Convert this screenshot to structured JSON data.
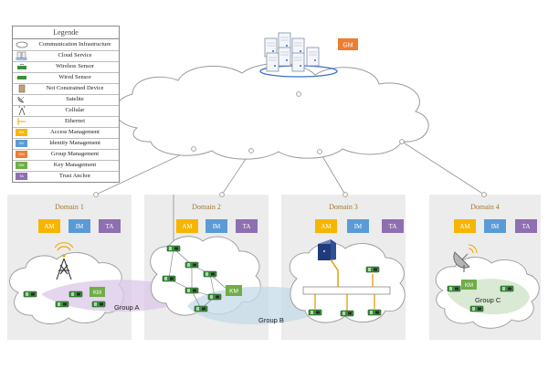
{
  "legend": {
    "title": "Legende",
    "items": [
      {
        "label": "Communication Infrastructure",
        "symbol": "cloud-icon"
      },
      {
        "label": "Cloud Service",
        "symbol": "server-icon"
      },
      {
        "label": "Wireless Sensor",
        "symbol": "wireless-sensor-icon"
      },
      {
        "label": "Wired Sensor",
        "symbol": "wired-sensor-icon"
      },
      {
        "label": "Not Constrained Device",
        "symbol": "device-icon"
      },
      {
        "label": "Satelite",
        "symbol": "satellite-icon"
      },
      {
        "label": "Cellular",
        "symbol": "cellular-tower-icon"
      },
      {
        "label": "Ethernet",
        "symbol": "ethernet-icon"
      },
      {
        "label": "Access Management",
        "symbol": "AM",
        "color": "#f7b500"
      },
      {
        "label": "Identity Management",
        "symbol": "IM",
        "color": "#5b9bd5"
      },
      {
        "label": "Group Management",
        "symbol": "GM",
        "color": "#ed7d31"
      },
      {
        "label": "Key Management",
        "symbol": "KM",
        "color": "#70ad47"
      },
      {
        "label": "Trust Anchor",
        "symbol": "TA",
        "color": "#8e6fb0"
      }
    ]
  },
  "colors": {
    "am": "#f7b500",
    "im": "#5b9bd5",
    "gm": "#ed7d31",
    "km": "#70ad47",
    "ta": "#8e6fb0",
    "domain_bg": "#ececec",
    "group_a": "#d9c8e8",
    "group_b": "#c4dbe8",
    "group_c": "#cfe3c8"
  },
  "gm_label": "GM",
  "domains": [
    {
      "title": "Domain 1",
      "am": "AM",
      "im": "IM",
      "ta": "TA"
    },
    {
      "title": "Domain 2",
      "am": "AM",
      "im": "IM",
      "ta": "TA"
    },
    {
      "title": "Domain 3",
      "am": "AM",
      "im": "IM",
      "ta": "TA"
    },
    {
      "title": "Domain 4",
      "am": "AM",
      "im": "IM",
      "ta": "TA"
    }
  ],
  "km_label": "KM",
  "groups": {
    "a": "Group A",
    "b": "Group B",
    "c": "Group C"
  }
}
